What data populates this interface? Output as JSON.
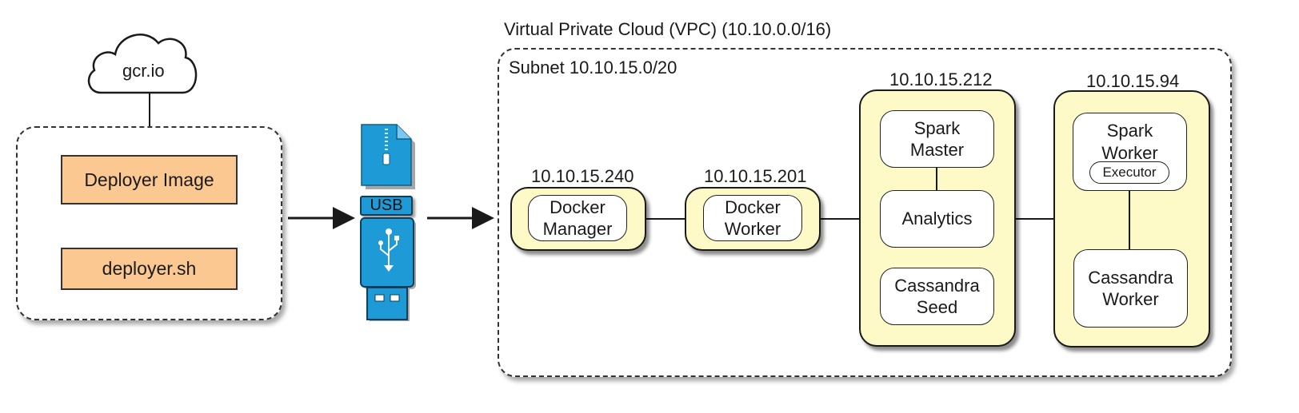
{
  "cloud": {
    "label": "gcr.io"
  },
  "local": {
    "deployer_image": "Deployer Image",
    "deployer_script": "deployer.sh"
  },
  "usb": {
    "label": "USB"
  },
  "vpc": {
    "title": "Virtual Private Cloud (VPC) (10.10.0.0/16)",
    "subnet": "Subnet 10.10.15.0/20"
  },
  "hosts": {
    "h240": {
      "ip": "10.10.15.240",
      "line1": "Docker",
      "line2": "Manager"
    },
    "h201": {
      "ip": "10.10.15.201",
      "line1": "Docker",
      "line2": "Worker"
    },
    "h212": {
      "ip": "10.10.15.212",
      "spark_master_1": "Spark",
      "spark_master_2": "Master",
      "analytics": "Analytics",
      "cass_seed_1": "Cassandra",
      "cass_seed_2": "Seed"
    },
    "h94": {
      "ip": "10.10.15.94",
      "spark_worker_1": "Spark",
      "spark_worker_2": "Worker",
      "executor": "Executor",
      "cass_worker_1": "Cassandra",
      "cass_worker_2": "Worker"
    }
  },
  "colors": {
    "orange": "#fbc891",
    "host_yellow": "#fdfac8",
    "usb_blue": "#1e9ad6"
  },
  "icons": [
    "cloud-icon",
    "zip-file-icon",
    "usb-symbol-icon"
  ]
}
